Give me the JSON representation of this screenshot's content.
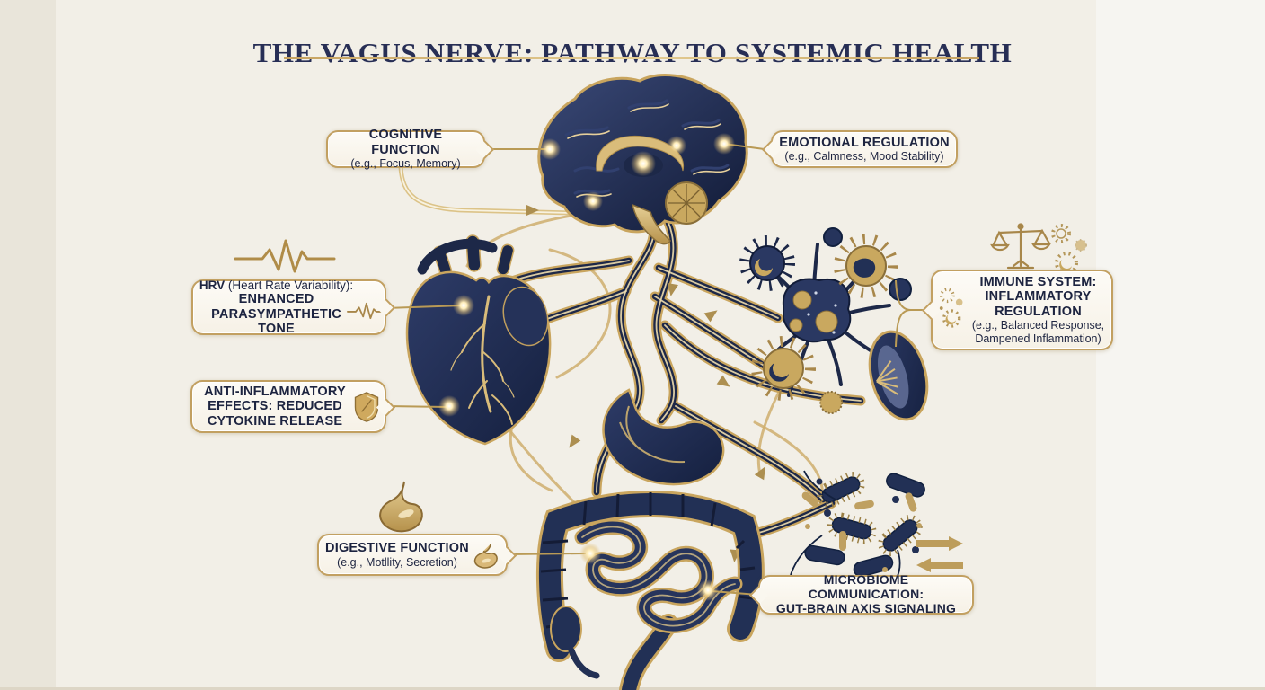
{
  "title": {
    "text": "THE VAGUS NERVE: PATHWAY TO SYSTEMIC HEALTH"
  },
  "colors": {
    "background": "#f2efe7",
    "navy": "#1d2848",
    "gold": "#c9a55e",
    "text": "#1d2440",
    "box_border": "#c2a061"
  },
  "callouts": {
    "cognitive": {
      "heading": "COGNITIVE FUNCTION",
      "sub": "(e.g., Focus, Memory)"
    },
    "emotional": {
      "heading": "EMOTIONAL REGULATION",
      "sub": "(e.g., Calmness, Mood Stability)"
    },
    "hrv": {
      "abbr": "HRV",
      "abbr_rest": " (Heart Rate Variability):",
      "line2": "ENHANCED",
      "line3": "PARASYMPATHETIC TONE"
    },
    "anti_inflammatory": {
      "line1": "ANTI-INFLAMMATORY",
      "line2": "EFFECTS: REDUCED",
      "line3": "CYTOKINE RELEASE"
    },
    "immune": {
      "line1": "IMMUNE SYSTEM:",
      "line2": "INFLAMMATORY",
      "line3": "REGULATION",
      "sub1": "(e.g., Balanced Response,",
      "sub2": "Dampened Inflammation)"
    },
    "digestive": {
      "heading": "DIGESTIVE FUNCTION",
      "sub": "(e.g., Motllity, Secretion)"
    },
    "microbiome": {
      "line1": "MICROBIOME COMMUNICATION:",
      "line2": "GUT-BRAIN AXIS SIGNALING"
    }
  },
  "icons": {
    "ecg_waveform": "heartbeat-zigzag-line",
    "shield": "gold-shield",
    "balance_scale": "justice-scales",
    "stomach": "gold-stomach",
    "immune_cells": "cell-cluster",
    "exchange_arrows": "bidirectional-arrows"
  },
  "illustrations": {
    "brain": "sagittal brain, navy with gold cortex lines, glowing nodes",
    "heart": "anatomical heart, navy with gold vessels, glowing nodes",
    "gut": "stomach and intestines, navy with gold outlines, glowing nodes",
    "immune_cells": "star-shaped immune cells in navy and gold with spleen",
    "microbiome": "navy and gold bacteria rods with flagella",
    "vagus_nerve": "gold-glowing navy nerve ribbons with directional arrows"
  }
}
